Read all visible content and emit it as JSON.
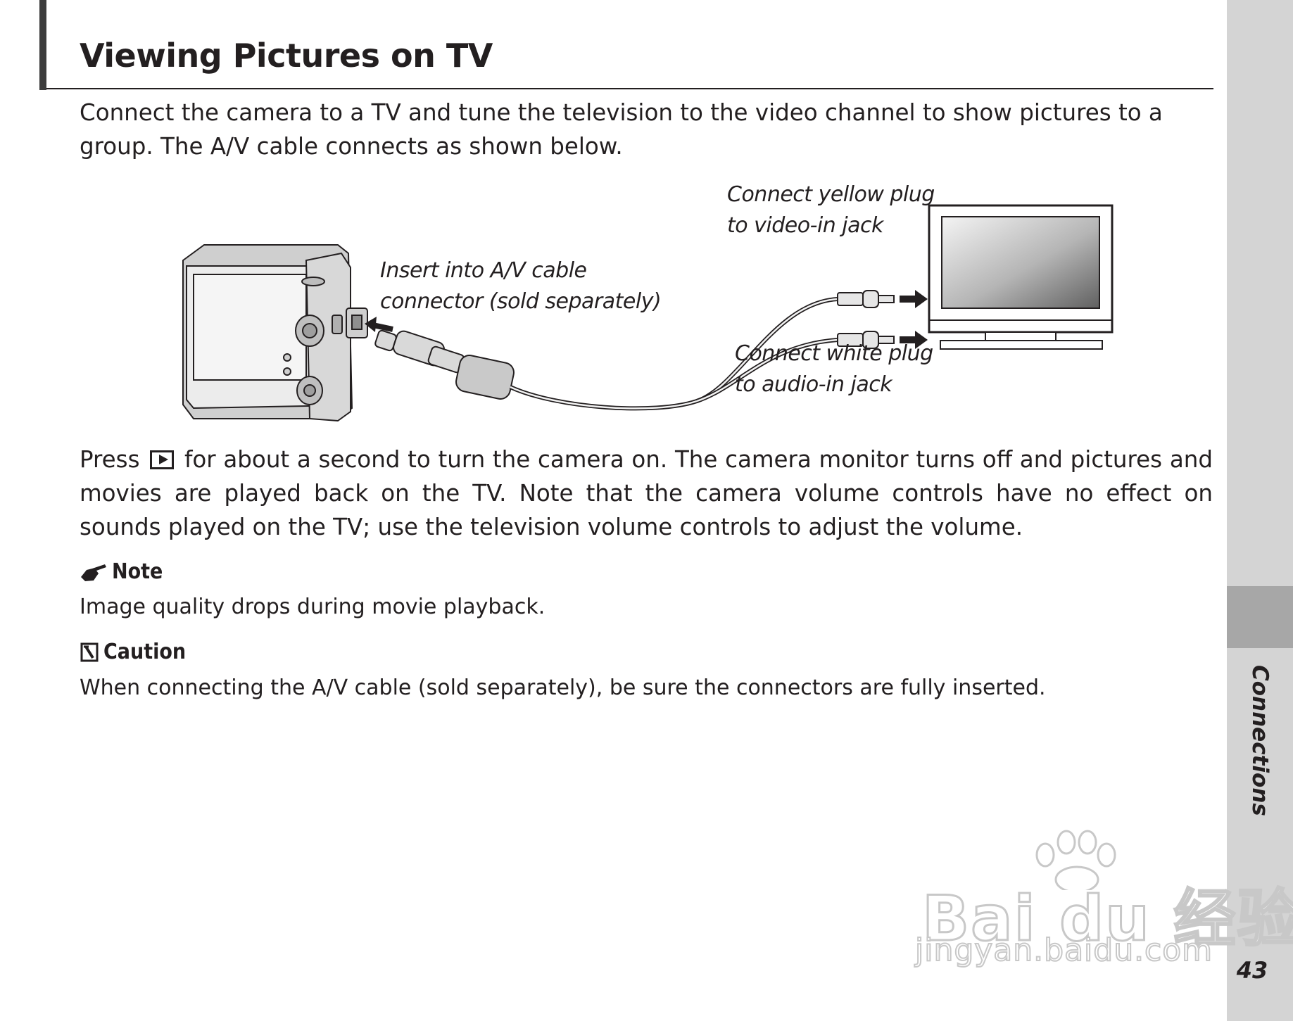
{
  "page": {
    "title": "Viewing Pictures on TV",
    "intro": "Connect the camera to a TV and tune the television to the video channel to show pictures to a group. The A/V cable connects as shown below.",
    "press_before": "Press",
    "press_after": "for about a second to turn the camera on.  The camera monitor turns off and pictures and movies are played back on the TV.  Note that the camera volume controls have no effect on sounds played on the TV; use the television volume controls to adjust the volume.",
    "playback_icon": "playback-button-icon"
  },
  "diagram": {
    "label_insert": [
      "Insert into A/V cable",
      "connector (sold separately)"
    ],
    "label_yellow": [
      "Connect yellow plug",
      "to video-in jack"
    ],
    "label_white": [
      "Connect white plug",
      "to audio-in jack"
    ]
  },
  "note": {
    "icon": "pointing-hand-icon",
    "heading": "Note",
    "text": "Image quality drops during movie playback."
  },
  "caution": {
    "icon": "caution-icon",
    "heading": "Caution",
    "text": "When connecting the A/V cable (sold separately), be sure the connectors are fully inserted."
  },
  "sidebar": {
    "section": "Connections",
    "page_number": "43",
    "tab_color": "#a7a7a7",
    "strip_color": "#d4d4d4"
  },
  "watermark": {
    "logo": "Bai du 经验",
    "url": "jingyan.baidu.com"
  }
}
